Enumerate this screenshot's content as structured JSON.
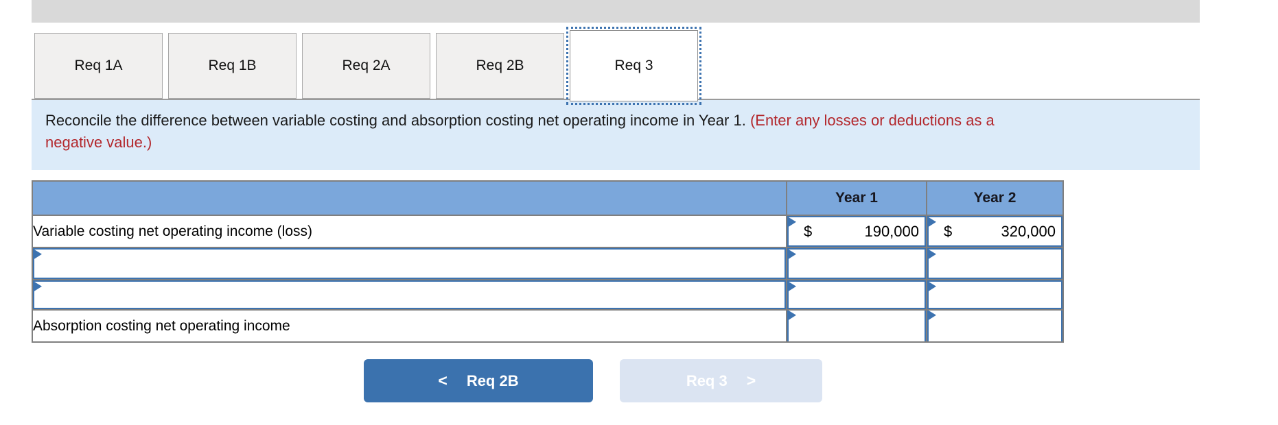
{
  "tabs": {
    "items": [
      {
        "label": "Req 1A"
      },
      {
        "label": "Req 1B"
      },
      {
        "label": "Req 2A"
      },
      {
        "label": "Req 2B"
      },
      {
        "label": "Req 3",
        "active": true
      }
    ]
  },
  "instruction": {
    "text": "Reconcile the difference between variable costing and absorption costing net operating income in Year 1. ",
    "note": "(Enter any losses or deductions as a negative value.)"
  },
  "table": {
    "header": {
      "col1": "",
      "year1": "Year 1",
      "year2": "Year 2"
    },
    "rows": [
      {
        "label": "Variable costing net operating income (loss)",
        "year1": {
          "prefix": "$",
          "value": "190,000"
        },
        "year2": {
          "prefix": "$",
          "value": "320,000"
        }
      },
      {
        "input": "",
        "year1": {
          "value": ""
        },
        "year2": {
          "value": ""
        }
      },
      {
        "input": "",
        "year1": {
          "value": ""
        },
        "year2": {
          "value": ""
        }
      },
      {
        "label": "Absorption costing net operating income",
        "year1": {
          "value": ""
        },
        "year2": {
          "value": ""
        }
      }
    ]
  },
  "nav": {
    "prev_label": "Req 2B",
    "prev_glyph": "<",
    "next_label": "Req 3",
    "next_glyph": ">"
  },
  "colors": {
    "accent_blue": "#3d73b0",
    "header_blue": "#7ba7db",
    "instruction_bg": "#dcebf9",
    "note_red": "#b3282d",
    "button_blue": "#3b72ae",
    "button_disabled": "#dbe4f2",
    "topbar_gray": "#d9d9d9"
  }
}
